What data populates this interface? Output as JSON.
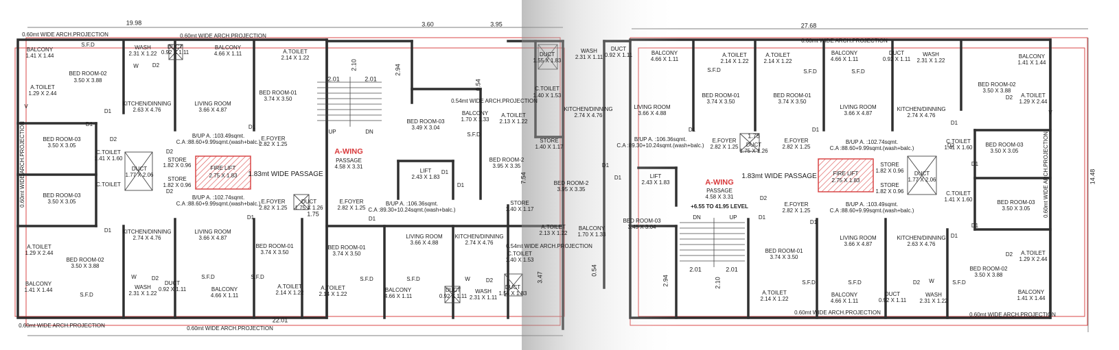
{
  "colors": {
    "wall": "#2f2f2f",
    "redline": "#d94545",
    "blueline": "#5b8fd9",
    "paper": "#ffffff",
    "hatch": "#d94545"
  },
  "dims": {
    "d1": "19.98",
    "d2": "3.60",
    "d3": "3.95",
    "d4": "27.68",
    "d5": "2.94",
    "d6": "2.10",
    "d7": "2.01",
    "d8": "0.54",
    "d9": "7.54",
    "d10": "3.47",
    "d11": "14.48",
    "d12": "1.75",
    "d13": "1.55",
    "d14": "22.01"
  },
  "labels": {
    "proj": "0.60mt WIDE ARCH.PROJECTION",
    "proj54": "0.54mt WIDE ARCH.PROJECTION",
    "balcony": "BALCONY",
    "balcony_s1": "1.41 X 1.44",
    "balcony_s2": "4.66 X 1.11",
    "balcony_s3": "1.70 X 1.33",
    "sfd": "S.F.D",
    "wash": "WASH",
    "wash_s1": "2.31 X 1.22",
    "wash_s2": "2.31 X 1.11",
    "duct": "DUCT",
    "duct_s1": "0.92 X 1.11",
    "duct_s2": "1.77 X 2.06",
    "duct_s3": "1.75 X 1.26",
    "duct_s4": "1.55 X 1.83",
    "bed2": "BED ROOM-02",
    "bed2_s": "3.50 X 3.88",
    "bed1": "BED ROOM-01",
    "bed1_s": "3.74 X 3.50",
    "bed3": "BED ROOM-03",
    "bed3_s": "3.50 X 3.05",
    "bed3b_s": "3.49 X 3.04",
    "bedr2": "BED ROOM-2",
    "bedr2_s": "3.95 X 3.35",
    "atoilet": "A.TOILET",
    "at_s1": "1.29 X 2.44",
    "at_s2": "2.14 X 1.22",
    "at_s3": "2.13 X 1.22",
    "ctoilet": "C.TOILET",
    "ct_s1": "1.41 X 1.60",
    "ct_s2": "1.40 X 1.53",
    "kitchen": "KITCHEN/DINNING",
    "k_s1": "2.63 X 4.76",
    "k_s2": "2.74 X 4.76",
    "living": "LIVING ROOM",
    "lv_s1": "3.66 X 4.87",
    "lv_s2": "3.66 X 4.88",
    "store": "STORE",
    "st_s1": "1.82 X 0.96",
    "st_s2": "1.40 X 1.17",
    "efoyer": "E.FOYER",
    "ef_s": "2.82 X 1.25",
    "firelift": "FIRE LIFT",
    "fl_s": "2.75 X 1.83",
    "lift": "LIFT",
    "lift_s": "2.43 X 1.83",
    "passage": "1.83mt WIDE PASSAGE",
    "wing": "A-WING",
    "wpass": "PASSAGE",
    "wp_s": "4.58 X 3.31",
    "level": "+6.55 TO 41.95 LEVEL",
    "up": "UP",
    "dn": "DN",
    "bua1": "B/UP A. :103.49sqmt.",
    "ca1": "C.A :88.60+9.99sqmt.(wash+balc.)",
    "bua2": "B/UP A. :102.74sqmt.",
    "ca2": "C.A :88.60+9.99sqmt.(wash+balc.)",
    "bua3": "B/UP A. :106.36sqmt.",
    "ca3": "C.A :89.30+10.24sqmt.(wash+balc.)",
    "side_proj": "0.60mt WIDE ARCH.PROJECTION",
    "d1l": "D1",
    "d2l": "D2",
    "wl": "W",
    "vl": "V"
  }
}
